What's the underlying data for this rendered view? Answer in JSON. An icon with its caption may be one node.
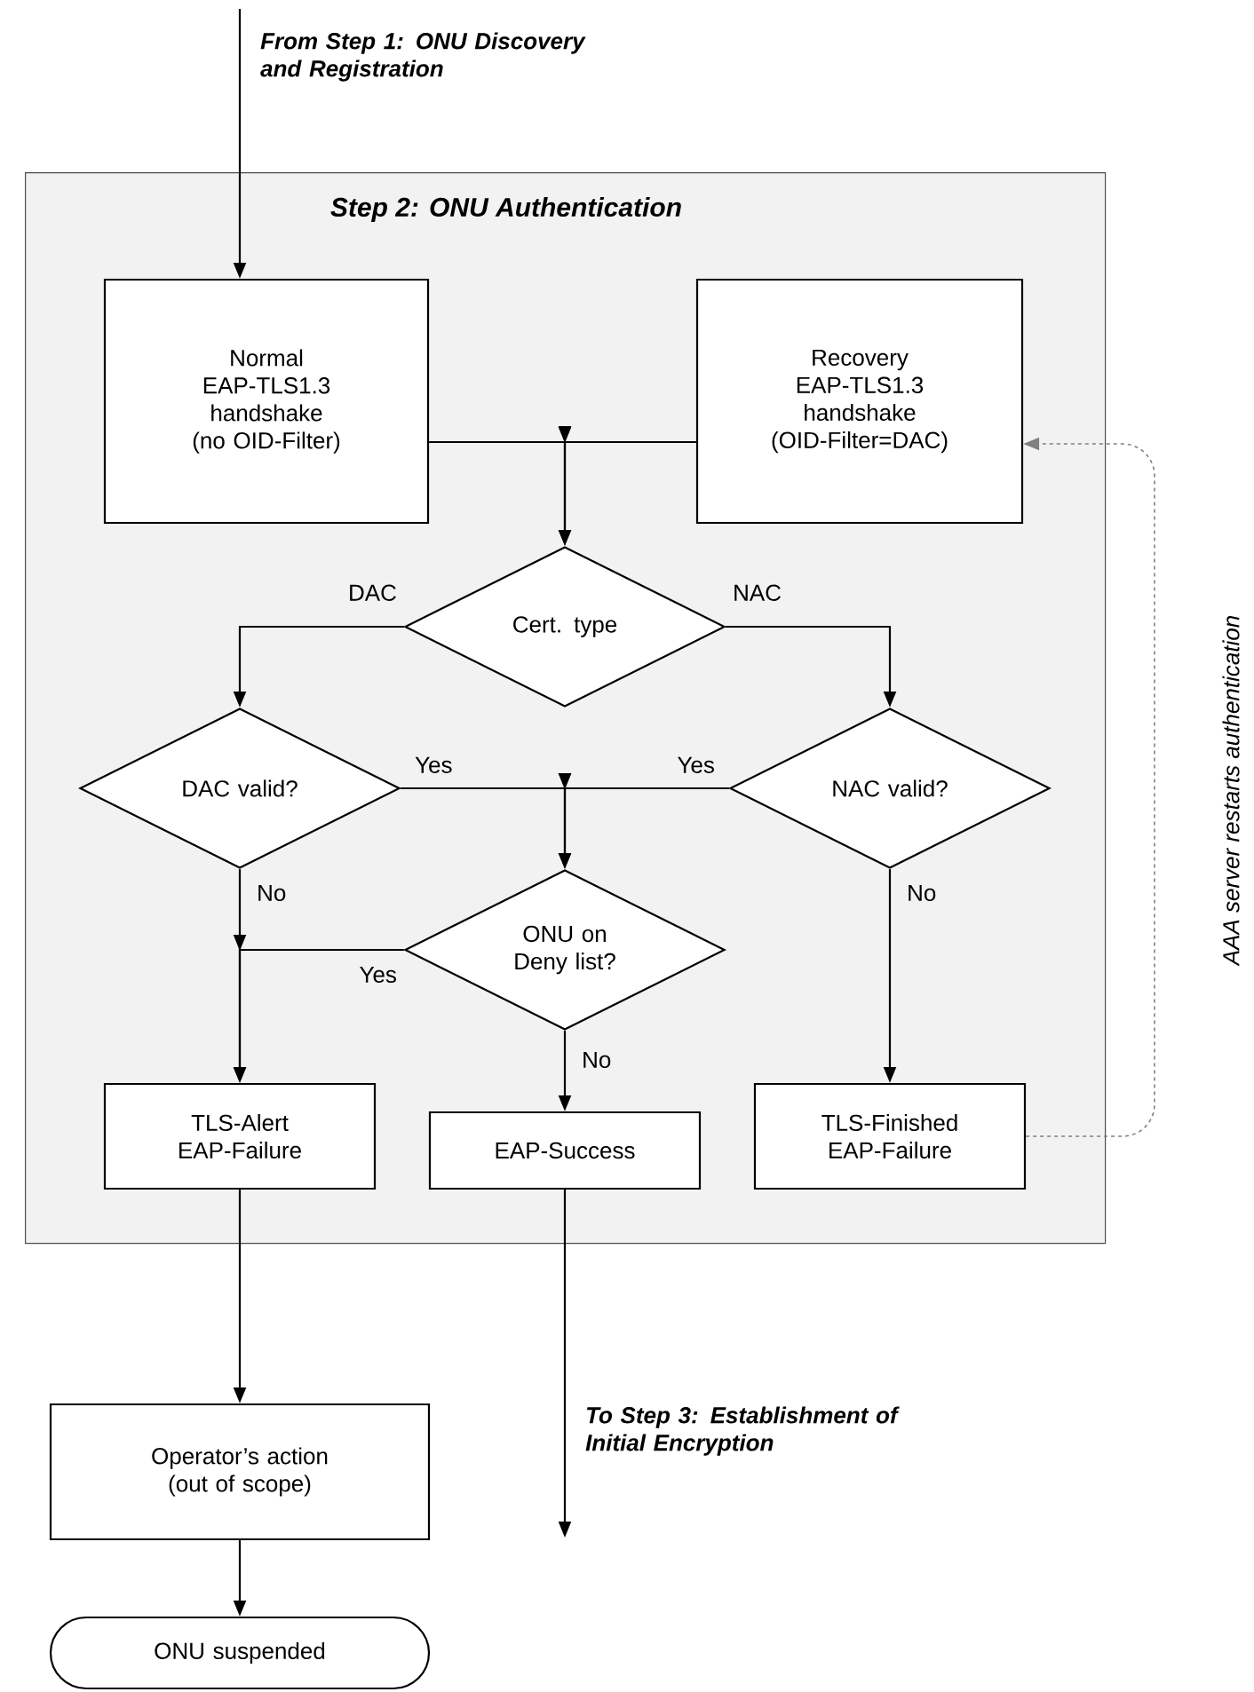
{
  "diagram": {
    "nodes": [
      {
        "text": [
          "Step 2: ONU Authentication"
        ]
      },
      {
        "text": [
          "Normal EAP-TLS1.3 handshake (no OID-Filter)"
        ],
        "in": 0
      },
      {
        "text": [
          "Recovery EAP-TLS1.3 handshake (OID-Filter=DAC)"
        ],
        "in": 0
      },
      {
        "text": [
          "Cert. type"
        ],
        "in": 0
      },
      {
        "text": [
          "DAC valid?"
        ],
        "in": 0
      },
      {
        "text": [
          "NAC valid?"
        ],
        "in": 0
      },
      {
        "text": [
          "ONU on Deny list?"
        ],
        "in": 0
      },
      {
        "text": [
          "TLS-Alert EAP-Failure"
        ],
        "in": 0
      },
      {
        "text": [
          "EAP-Success"
        ],
        "in": 0
      },
      {
        "text": [
          "TLS-Finished EAP-Failure"
        ],
        "in": 0
      },
      {
        "text": [
          "Operator’s action (out of scope)"
        ]
      },
      {
        "text": [
          "ONU suspended"
        ]
      }
    ],
    "edges": [
      {
        "from": null,
        "to": 1,
        "arrow": "to",
        "label": "From Step 1: ONU Discovery and Registration"
      },
      {
        "from": 1,
        "to": 3,
        "arrow": "to"
      },
      {
        "from": 2,
        "to": 3,
        "arrow": "to"
      },
      {
        "from": 3,
        "to": 4,
        "arrow": "to",
        "label": "DAC"
      },
      {
        "from": 3,
        "to": 5,
        "arrow": "to",
        "label": "NAC"
      },
      {
        "from": 4,
        "to": 6,
        "arrow": "to",
        "label": "Yes"
      },
      {
        "from": 5,
        "to": 6,
        "arrow": "to",
        "label": "Yes"
      },
      {
        "from": 4,
        "to": 7,
        "arrow": "to",
        "label": "No"
      },
      {
        "from": 6,
        "to": 7,
        "arrow": "to",
        "label": "Yes"
      },
      {
        "from": 6,
        "to": 8,
        "arrow": "to",
        "label": "No"
      },
      {
        "from": 5,
        "to": 9,
        "arrow": "to",
        "label": "No"
      },
      {
        "from": 9,
        "to": 2,
        "arrow": "to",
        "style": "dashed",
        "color": "#808080",
        "label": "AAA server restarts authentication"
      },
      {
        "from": 7,
        "to": 10,
        "arrow": "to"
      },
      {
        "from": 10,
        "to": 11,
        "arrow": "to"
      },
      {
        "from": 8,
        "to": null,
        "arrow": "to",
        "label": "To Step 3: Establishment of Initial Encryption"
      }
    ]
  }
}
